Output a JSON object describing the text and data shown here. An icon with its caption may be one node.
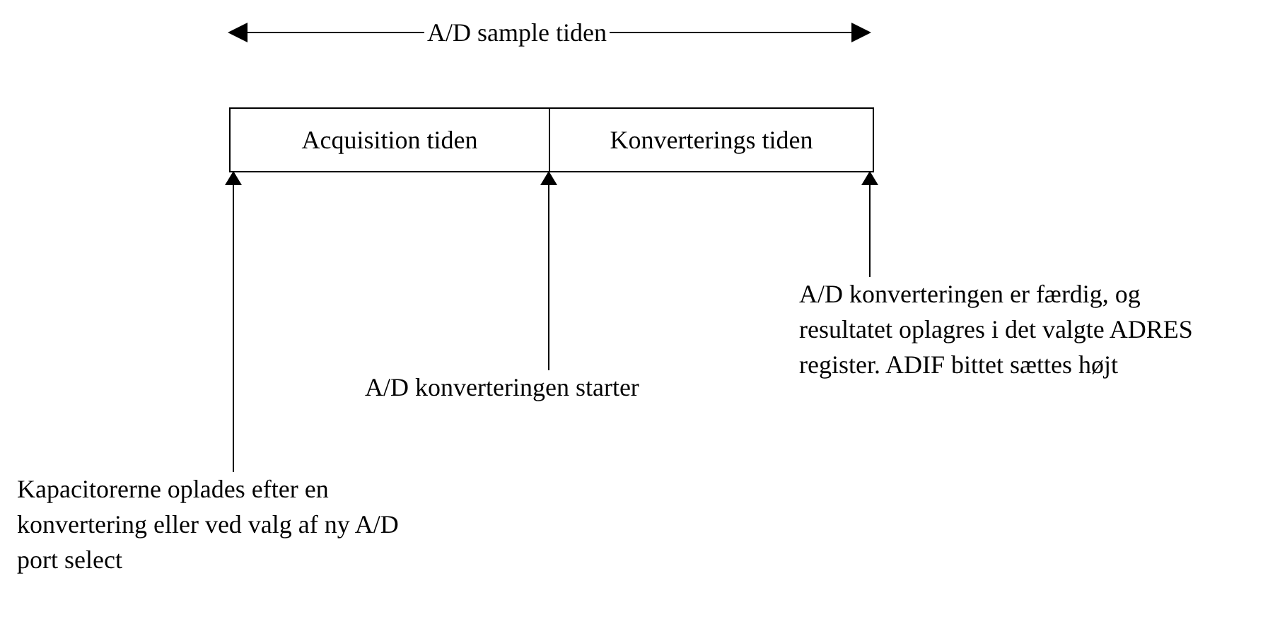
{
  "diagram": {
    "nodes": [
      {
        "text": [
          "Acquisition tiden"
        ]
      },
      {
        "text": [
          "Konverterings tiden"
        ]
      },
      {
        "text": [
          "Kapacitorerne oplades efter en konvertering eller ved valg af ny A/D port select"
        ]
      },
      {
        "text": [
          "A/D konverteringen starter"
        ]
      },
      {
        "text": [
          "A/D konverteringen er færdig, og resultatet oplagres i det valgte ADRES register. ADIF bittet sættes højt"
        ]
      }
    ],
    "edges": [
      {
        "from": 2,
        "to": 0,
        "arrow": "to"
      },
      {
        "from": 3,
        "to": 1,
        "arrow": "to"
      },
      {
        "from": 4,
        "to": 1,
        "arrow": "to"
      }
    ],
    "labels": [
      "A/D sample tiden"
    ]
  }
}
